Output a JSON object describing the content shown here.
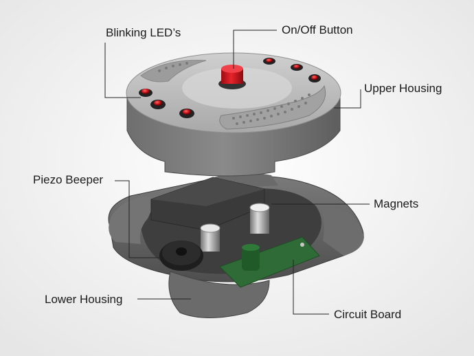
{
  "labels": {
    "blinking_leds": "Blinking LED’s",
    "on_off_button": "On/Off Button",
    "upper_housing": "Upper Housing",
    "piezo_beeper": "Piezo Beeper",
    "magnets": "Magnets",
    "lower_housing": "Lower Housing",
    "circuit_board": "Circuit Board"
  },
  "colors": {
    "background": "#f2f2f2",
    "housing": "#7d7d7d",
    "housing_dark": "#5a5a5a",
    "led": "#c8141a",
    "button": "#d0121a",
    "circuit_board": "#2f6b36",
    "leader_line": "#222222"
  }
}
